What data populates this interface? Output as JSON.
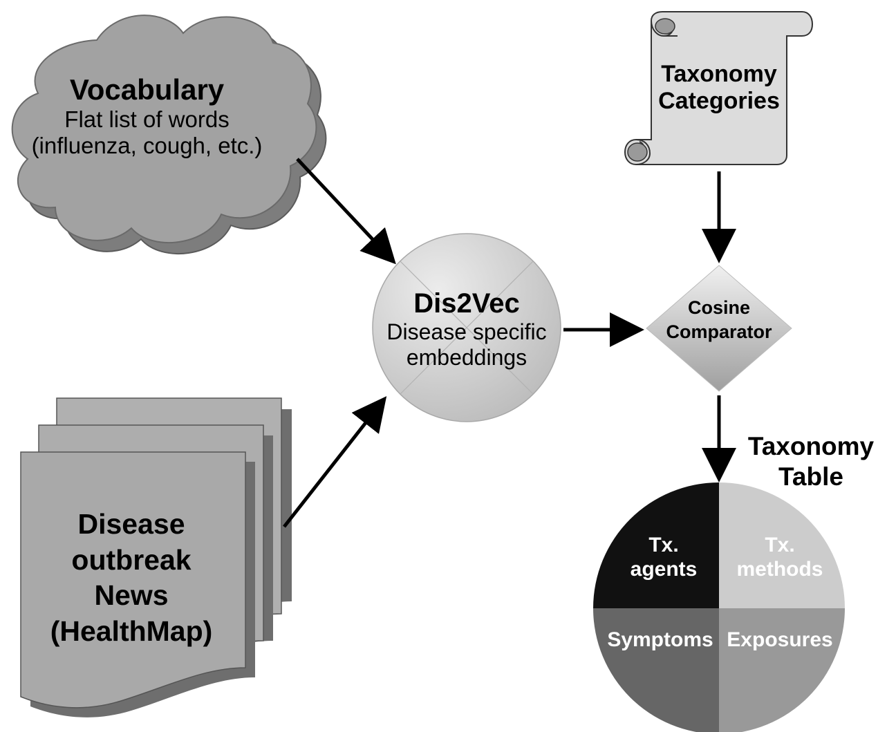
{
  "nodes": {
    "vocabulary": {
      "title": "Vocabulary",
      "line1": "Flat list of words",
      "line2": "(influenza, cough, etc.)"
    },
    "news": {
      "line1": "Disease",
      "line2": "outbreak",
      "line3": "News",
      "line4": "(HealthMap)"
    },
    "dis2vec": {
      "title": "Dis2Vec",
      "line1": "Disease specific",
      "line2": "embeddings"
    },
    "taxonomy_categories": {
      "line1": "Taxonomy",
      "line2": "Categories"
    },
    "cosine": {
      "line1": "Cosine",
      "line2": "Comparator"
    },
    "taxonomy_table": {
      "title_line1": "Taxonomy",
      "title_line2": "Table",
      "quadrants": [
        {
          "line1": "Tx.",
          "line2": "agents",
          "fill": "#111111",
          "text_color": "#ffffff"
        },
        {
          "line1": "Tx.",
          "line2": "methods",
          "fill": "#cccccc",
          "text_color": "#ffffff"
        },
        {
          "line1": "Symptoms",
          "line2": "",
          "fill": "#666666",
          "text_color": "#ffffff"
        },
        {
          "line1": "Exposures",
          "line2": "",
          "fill": "#999999",
          "text_color": "#ffffff"
        }
      ]
    }
  },
  "edges": [
    {
      "from": "vocabulary",
      "to": "dis2vec"
    },
    {
      "from": "news",
      "to": "dis2vec"
    },
    {
      "from": "dis2vec",
      "to": "cosine"
    },
    {
      "from": "taxonomy_categories",
      "to": "cosine"
    },
    {
      "from": "cosine",
      "to": "taxonomy_table"
    }
  ]
}
